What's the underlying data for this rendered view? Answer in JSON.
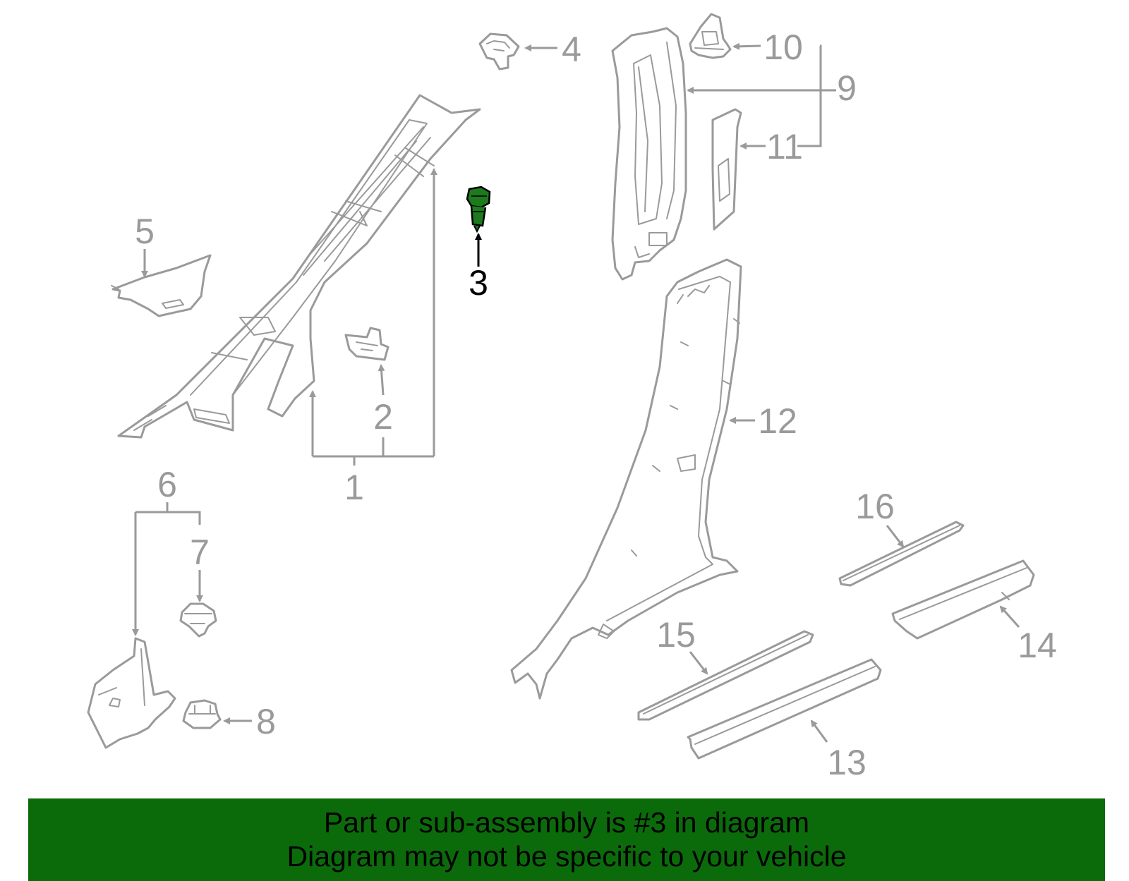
{
  "callouts": {
    "c1": "1",
    "c2": "2",
    "c3": "3",
    "c4": "4",
    "c5": "5",
    "c6": "6",
    "c7": "7",
    "c8": "8",
    "c9": "9",
    "c10": "10",
    "c11": "11",
    "c12": "12",
    "c13": "13",
    "c14": "14",
    "c15": "15",
    "c16": "16"
  },
  "highlighted_part": "3",
  "colors": {
    "banner_bg": "#0b6b0b",
    "highlight_part": "#1e7a1e",
    "line_art": "#9a9a9a"
  },
  "banner": {
    "line1": "Part or sub-assembly is #3 in diagram",
    "line2": "Diagram may not be specific to your vehicle"
  }
}
